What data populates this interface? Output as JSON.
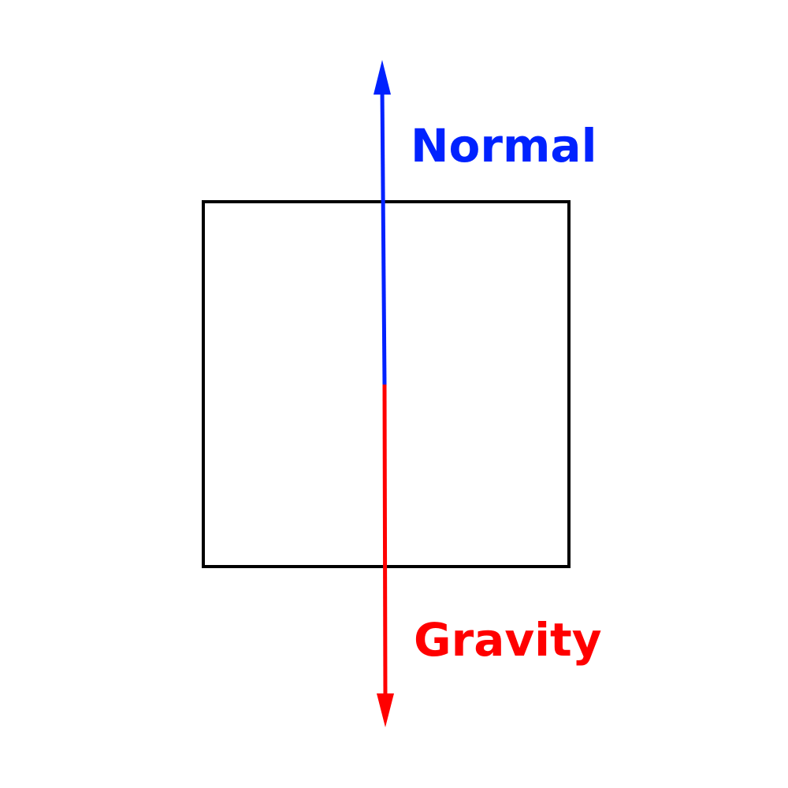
{
  "forces": {
    "normal": {
      "label": "Normal",
      "color": "#0022ff",
      "direction": "up"
    },
    "gravity": {
      "label": "Gravity",
      "color": "#ff0000",
      "direction": "down"
    }
  },
  "block": {
    "stroke_color": "#000000",
    "fill_color": "#ffffff"
  }
}
